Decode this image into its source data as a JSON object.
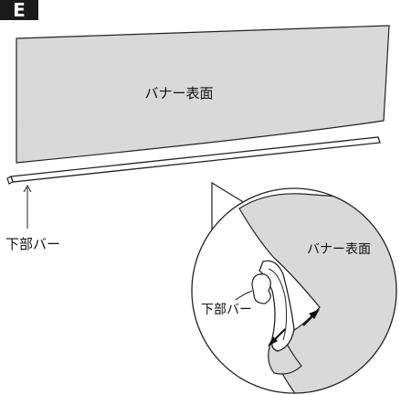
{
  "step_badge": {
    "letter": "E"
  },
  "main_panel": {
    "banner_label": "バナー表面"
  },
  "callout": {
    "bottom_bar_label": "下部バー"
  },
  "detail": {
    "banner_label": "バナー表面",
    "bottom_bar_label": "下部バー"
  },
  "colors": {
    "banner_fill": "#d9d9d9",
    "stroke": "#222222",
    "badge_bg": "#1a1a1a",
    "badge_text": "#ffffff"
  }
}
